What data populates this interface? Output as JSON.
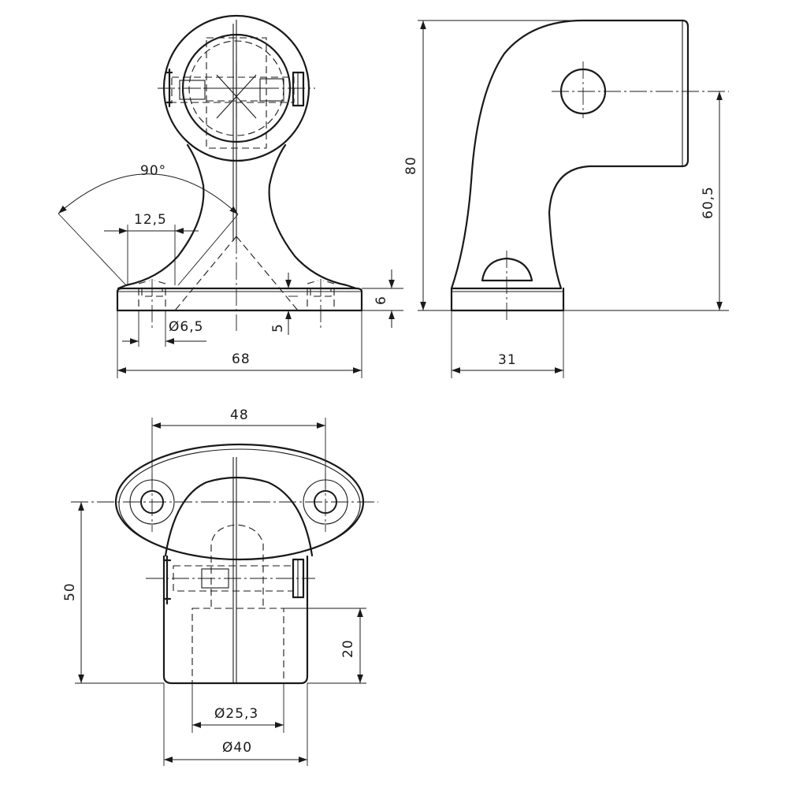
{
  "drawing": {
    "colors": {
      "line": "#1a1a1a",
      "background": "#ffffff"
    },
    "dimensions": {
      "angle": "90°",
      "hole_pitch_front": "12,5",
      "hole_diameter": "Ø6,5",
      "counterbore_depth": "5",
      "base_thickness": "6",
      "base_width": "68",
      "total_height": "80",
      "hole_height": "60,5",
      "side_depth": "31",
      "hole_spacing": "48",
      "top_depth": "50",
      "socket_depth": "20",
      "inner_diameter": "Ø25,3",
      "outer_diameter": "Ø40"
    }
  }
}
